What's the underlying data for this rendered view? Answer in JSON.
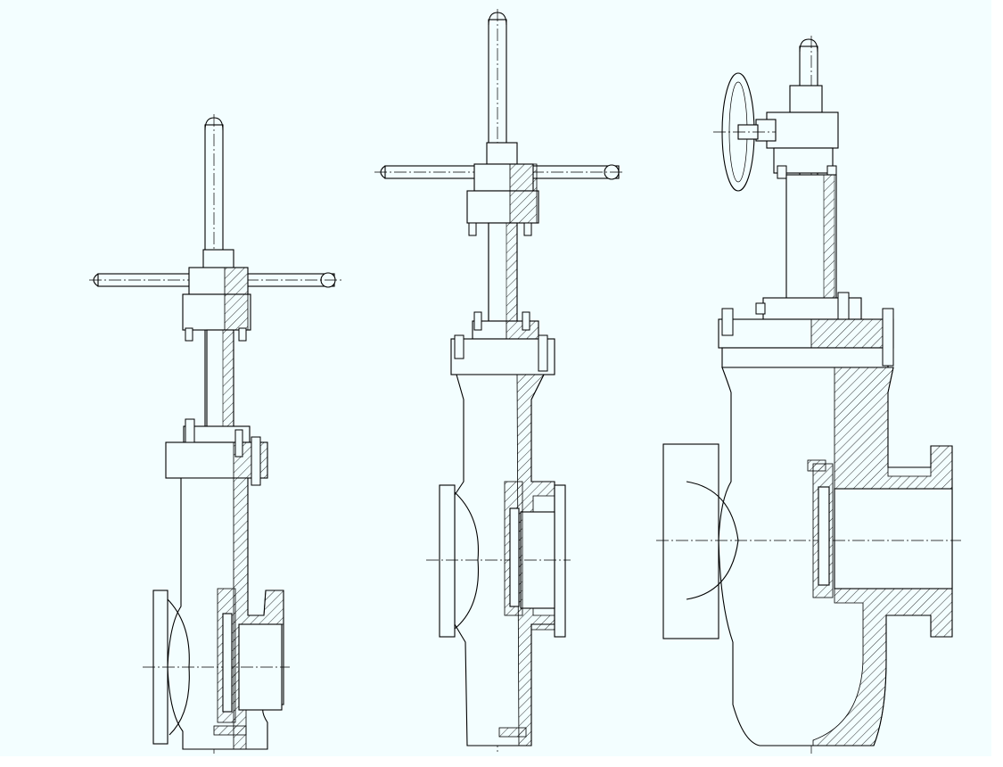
{
  "drawing": {
    "background": "#f3feff",
    "line_color": "#000000",
    "frame_color": "#ffffff"
  },
  "valves": [
    {
      "id": "small",
      "operator": "t-handle"
    },
    {
      "id": "medium",
      "operator": "t-handle"
    },
    {
      "id": "large",
      "operator": "handwheel-gear"
    }
  ]
}
